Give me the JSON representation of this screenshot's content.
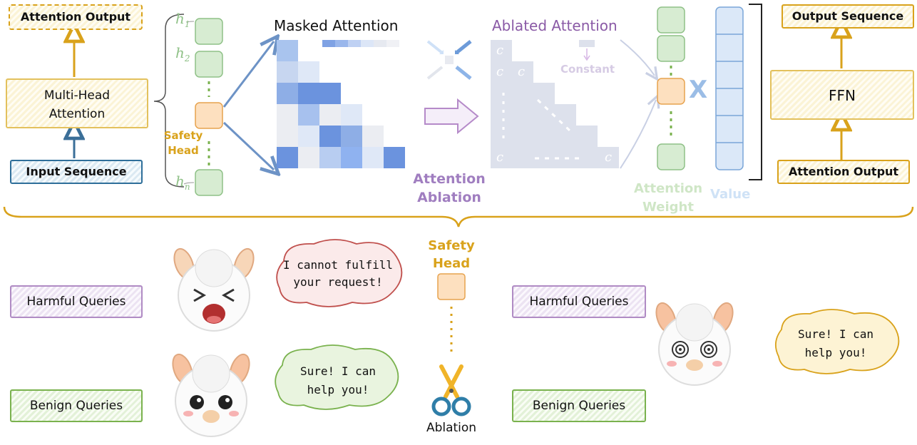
{
  "top": {
    "left_block": {
      "attention_output": "Attention Output",
      "multi_head_attention": "Multi-Head\nAttention",
      "input_sequence": "Input Sequence"
    },
    "heads": {
      "h1": "h",
      "h1_sub": "1",
      "h2": "h",
      "h2_sub": "2",
      "hn": "h",
      "hn_sub": "n",
      "safety_head": "Safety\nHead"
    },
    "masked_attention_title": "Masked Attention",
    "arrow_label": "Attention\nAblation",
    "ablated_attention_title": "Ablated Attention",
    "constant_label": "Constant",
    "c_symbol": "c",
    "attention_weight_label": "Attention\nWeight",
    "value_label": "Value",
    "times_symbol": "X",
    "right_block": {
      "output_sequence": "Output Sequence",
      "ffn": "FFN",
      "attention_output": "Attention Output"
    }
  },
  "bottom": {
    "left": {
      "harmful_queries": "Harmful Queries",
      "benign_queries": "Benign Queries",
      "refusal_bubble": "I cannot fulfill\nyour request!",
      "comply_bubble": "Sure! I can\nhelp you!"
    },
    "middle": {
      "safety_head": "Safety\nHead",
      "ablation": "Ablation"
    },
    "right": {
      "harmful_queries": "Harmful Queries",
      "benign_queries": "Benign Queries",
      "comply_bubble": "Sure! I can\nhelp you!"
    }
  },
  "colors": {
    "gold": "#d9a21b",
    "blue": "#2f6f9a",
    "purple": "#8a5aa6",
    "green": "#7ab24e",
    "head_green": "#d7ecd2",
    "head_orange": "#fde0bf",
    "value_blue": "#cfe2f6",
    "ablated_gray": "#d9dde8"
  },
  "icons": {
    "scissors": "scissors-icon",
    "llama_angry": "llama-angry-icon",
    "llama_happy": "llama-happy-icon",
    "llama_dizzy": "llama-dizzy-icon",
    "compress_arrows": "compress-arrows-icon"
  }
}
